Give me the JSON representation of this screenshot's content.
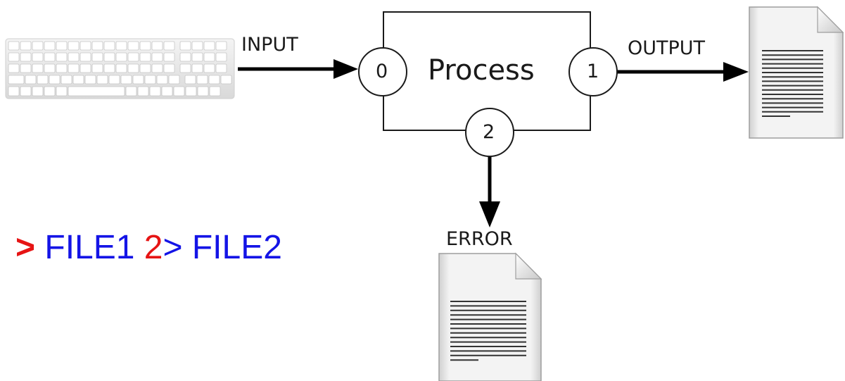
{
  "diagram": {
    "process": {
      "label": "Process",
      "ports": {
        "stdin": "0",
        "stdout": "1",
        "stderr": "2"
      }
    },
    "labels": {
      "input": "INPUT",
      "output": "OUTPUT",
      "error": "ERROR"
    },
    "command": {
      "redirect_stdout": ">",
      "file1": "FILE1",
      "stderr_fd": "2",
      "redirect_stderr": ">",
      "file2": "FILE2"
    },
    "icons": [
      "keyboard-icon",
      "output-document-icon",
      "error-document-icon"
    ],
    "colors": {
      "command_text": "#1414e6",
      "command_highlight": "#e61414",
      "lines": "#000000"
    }
  }
}
